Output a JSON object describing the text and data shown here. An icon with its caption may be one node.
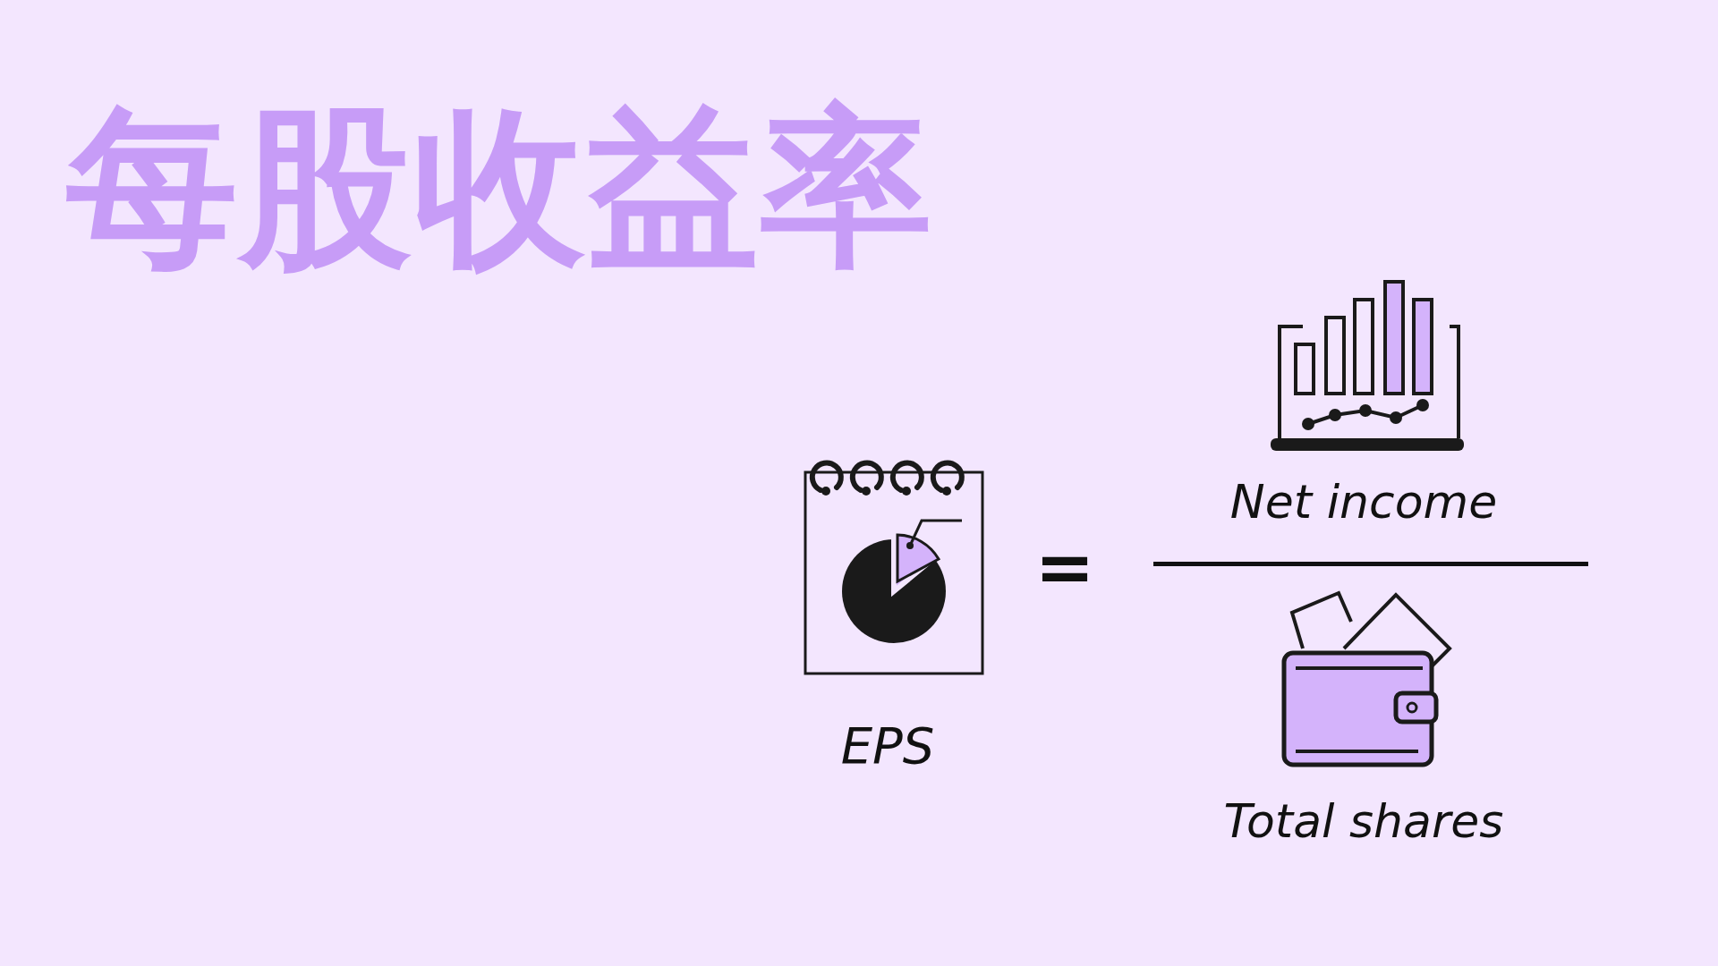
{
  "diagram": {
    "title": "每股收益率",
    "labels": [
      "EPS",
      "=",
      "Net income",
      "Total shares"
    ]
  }
}
